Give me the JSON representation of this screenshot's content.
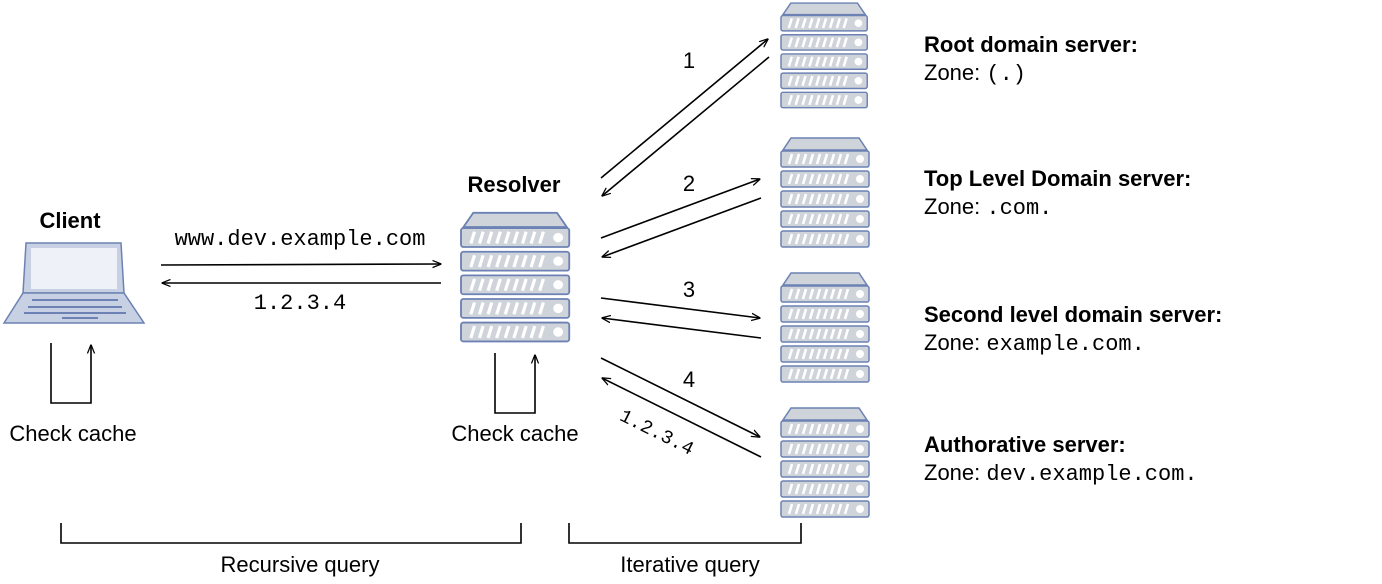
{
  "client": {
    "label": "Client",
    "cache_label": "Check cache"
  },
  "resolver": {
    "label": "Resolver",
    "cache_label": "Check cache"
  },
  "recursive": {
    "request": "www.dev.example.com",
    "response": "1.2.3.4",
    "bracket_label": "Recursive query"
  },
  "iterative": {
    "bracket_label": "Iterative query",
    "steps": [
      "1",
      "2",
      "3",
      "4"
    ],
    "final_answer": "1.2.3.4"
  },
  "servers": [
    {
      "title": "Root domain server:",
      "zone_prefix": "Zone: ",
      "zone": "(.)"
    },
    {
      "title": "Top Level Domain server:",
      "zone_prefix": "Zone: ",
      "zone": ".com."
    },
    {
      "title": "Second level domain server:",
      "zone_prefix": "Zone: ",
      "zone": "example.com."
    },
    {
      "title": "Authorative server:",
      "zone_prefix": "Zone: ",
      "zone": "dev.example.com."
    }
  ],
  "colors": {
    "line": "#000000",
    "server_fill": "#cfd3da",
    "server_stroke": "#6c82b4",
    "laptop_fill": "#c8d0e4",
    "laptop_screen": "#e8ecf4"
  }
}
